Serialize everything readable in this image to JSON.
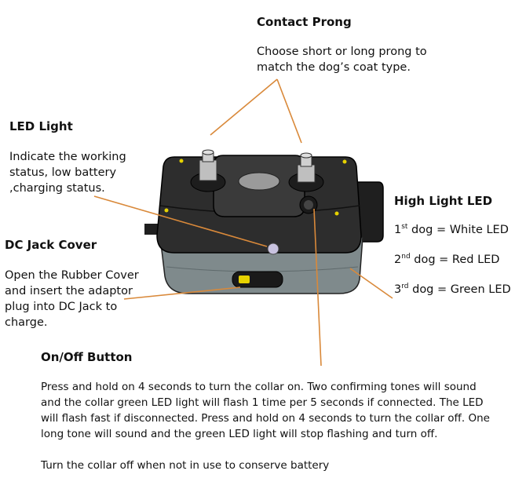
{
  "contact_prong": {
    "title": "Contact Prong",
    "desc": "Choose short or long prong to match the dog’s coat type."
  },
  "led_light": {
    "title": "LED Light",
    "desc": "Indicate the working status, low battery ,charging status."
  },
  "dc_jack_cover": {
    "title": "DC Jack Cover",
    "desc": "Open the Rubber Cover and insert the adaptor plug into DC Jack to charge."
  },
  "high_light_led": {
    "title": "High Light LED",
    "items": [
      {
        "num": "1",
        "sup": "st",
        "text": " dog = White LED"
      },
      {
        "num": "2",
        "sup": "nd",
        "text": " dog = Red LED"
      },
      {
        "num": "3",
        "sup": "rd",
        "text": " dog = Green LED"
      }
    ]
  },
  "onoff_button": {
    "title": "On/Off Button",
    "desc": "Press and hold on 4 seconds to turn the collar on. Two confirming tones will sound and the collar green LED light will flash 1 time per 5 seconds if connected. The LED will flash fast if disconnected. Press and hold on 4 seconds to turn the collar off. One long tone will sound and the green LED light will stop flashing and turn off.",
    "note": "Turn the collar off when not in use to conserve battery"
  },
  "colors": {
    "leader_line": "#d9893a",
    "device_top": "#2b2b2b",
    "device_bottom": "#7f8a8c"
  }
}
